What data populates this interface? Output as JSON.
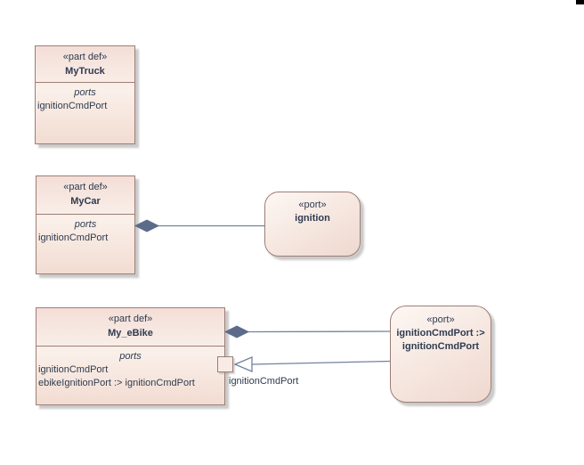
{
  "colors": {
    "box_border": "#9c7e76",
    "box_fill_top": "#f3ded7",
    "box_fill_mid": "#faf0ea",
    "box_fill_bottom": "#f2dcd2",
    "port_fill_light": "#fdf7f3",
    "port_fill_dark": "#efd8ce",
    "port_square_fill": "#f8ebe5",
    "connector": "#73809f",
    "diamond": "#5d6b8b",
    "text": "#2f3b4f",
    "artifact": "#000000"
  },
  "diagram": {
    "parts": {
      "mytruck": {
        "stereotype": "«part def»",
        "name": "MyTruck",
        "compartment": "ports",
        "item1": "ignitionCmdPort"
      },
      "mycar": {
        "stereotype": "«part def»",
        "name": "MyCar",
        "compartment": "ports",
        "item1": "ignitionCmdPort"
      },
      "myebike": {
        "stereotype": "«part def»",
        "name": "My_eBike",
        "compartment": "ports",
        "item1": "ignitionCmdPort",
        "item2": "ebikeIgnitionPort :> ignitionCmdPort"
      }
    },
    "ports": {
      "ignition": {
        "stereotype": "«port»",
        "name": "ignition"
      },
      "ignitioncmd": {
        "stereotype": "«port»",
        "name_line1": "ignitionCmdPort :>",
        "name_line2": "ignitionCmdPort"
      }
    },
    "labels": {
      "edge_port_label": "ignitionCmdPort"
    }
  }
}
